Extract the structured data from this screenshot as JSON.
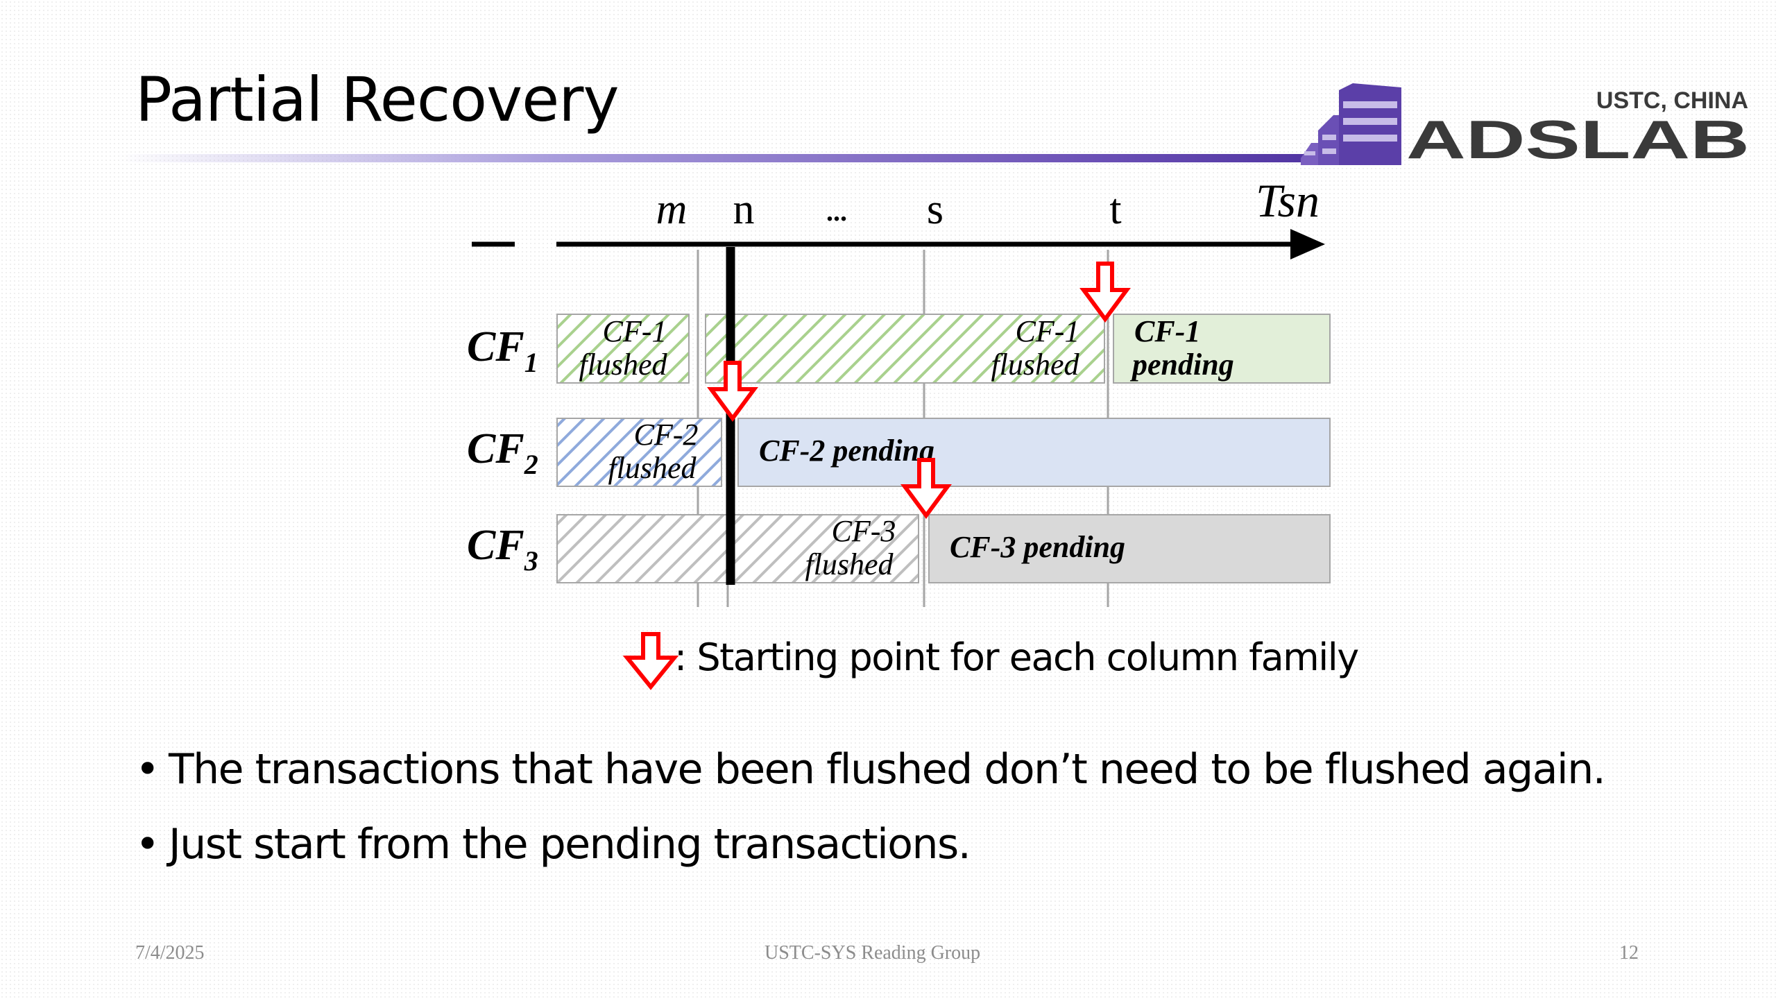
{
  "slide": {
    "title": "Partial Recovery",
    "logo": {
      "top_text": "USTC, CHINA",
      "main_text": "ADSLAB"
    }
  },
  "diagram": {
    "axis": {
      "ticks": [
        "m",
        "n",
        "...",
        "s",
        "t"
      ],
      "label": "Tsn"
    },
    "rows": [
      {
        "label_main": "CF",
        "label_sub": "1",
        "segments": [
          {
            "kind": "flushed",
            "line1": "CF-1",
            "line2": "flushed"
          },
          {
            "kind": "flushed",
            "line1": "CF-1",
            "line2": "flushed"
          },
          {
            "kind": "pending",
            "line1": "CF-1",
            "line2": "pending"
          }
        ]
      },
      {
        "label_main": "CF",
        "label_sub": "2",
        "segments": [
          {
            "kind": "flushed",
            "line1": "CF-2",
            "line2": "flushed"
          },
          {
            "kind": "pending",
            "line1": "CF-2 pending"
          }
        ]
      },
      {
        "label_main": "CF",
        "label_sub": "3",
        "segments": [
          {
            "kind": "flushed",
            "line1": "CF-3",
            "line2": "flushed"
          },
          {
            "kind": "pending",
            "line1": "CF-3 pending"
          }
        ]
      }
    ],
    "legend_text": ": Starting point for each column family",
    "colors": {
      "cf1_fill": "#e2efd9",
      "cf1_hatch": "#a9d18e",
      "cf2_fill": "#dae3f3",
      "cf2_hatch": "#8faadc",
      "cf3_fill": "#d9d9d9",
      "cf3_hatch": "#bfbfbf",
      "arrow": "#ff0000"
    }
  },
  "bullets": [
    "The transactions that have been flushed don’t need to be flushed again.",
    "Just start from the pending transactions."
  ],
  "footer": {
    "date": "7/4/2025",
    "center": "USTC-SYS Reading Group",
    "page": "12"
  }
}
